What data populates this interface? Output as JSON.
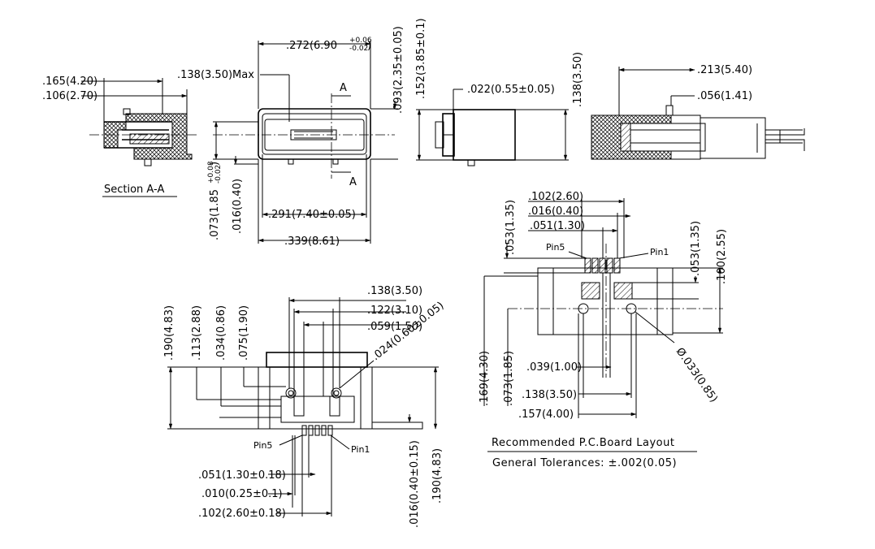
{
  "section_label": "Section A-A",
  "section_marks": [
    "A",
    "A"
  ],
  "pin_labels": {
    "front_pin5": "Pin5",
    "front_pin1": "Pin1",
    "pcb_pin5": "Pin5",
    "pcb_pin1": "Pin1"
  },
  "notes": {
    "layout_title": "Recommended P.C.Board Layout",
    "tolerances": "General Tolerances: ±.002(0.05)"
  },
  "dims": {
    "sec_w1": ".165(4.20)",
    "sec_w2": ".106(2.70)",
    "top_w": ".272(6.90",
    "top_w_tol_up": "+0.06",
    "top_w_tol_dn": "-0.02",
    "max_w": ".138(3.50)Max",
    "shell_h": ".093(2.35±0.05)",
    "left_h": ".073(1.85",
    "left_h_tol_up": "+0.08",
    "left_h_tol_dn": "-0.02",
    "left_t": ".016(0.40)",
    "inner_w": ".291(7.40±0.05)",
    "outer_w": ".339(8.61)",
    "side_h": ".152(3.85±0.1)",
    "side_t": ".022(0.55±0.05)",
    "side_d": ".138(3.50)",
    "right_w": ".213(5.40)",
    "right_t": ".056(1.41)",
    "pcb_a": ".102(2.60)",
    "pcb_b": ".016(0.40)",
    "pcb_c": ".051(1.30)",
    "pcb_d": ".053(1.35)",
    "pcb_e": ".053(1.35)",
    "pcb_f": ".100(2.55)",
    "pcb_g": ".169(4.30)",
    "pcb_h": ".073(1.85)",
    "pcb_i": ".039(1.00)",
    "pcb_j": ".138(3.50)",
    "pcb_k": ".157(4.00)",
    "pcb_hole": "Ø.033(0.85)",
    "fr_a": ".138(3.50)",
    "fr_b": ".122(3.10)",
    "fr_c": ".059(1.50)",
    "fr_hole": ".024(0.60±0.05)",
    "fr_h1": ".190(4.83)",
    "fr_h2": ".113(2.88)",
    "fr_h3": ".034(0.86)",
    "fr_h4": ".075(1.90)",
    "fr_p1": ".051(1.30±0.18)",
    "fr_p2": ".010(0.25±0.1)",
    "fr_p3": ".102(2.60±0.18)",
    "fr_r1": ".016(0.40±0.15)",
    "fr_r2": ".190(4.83)"
  }
}
